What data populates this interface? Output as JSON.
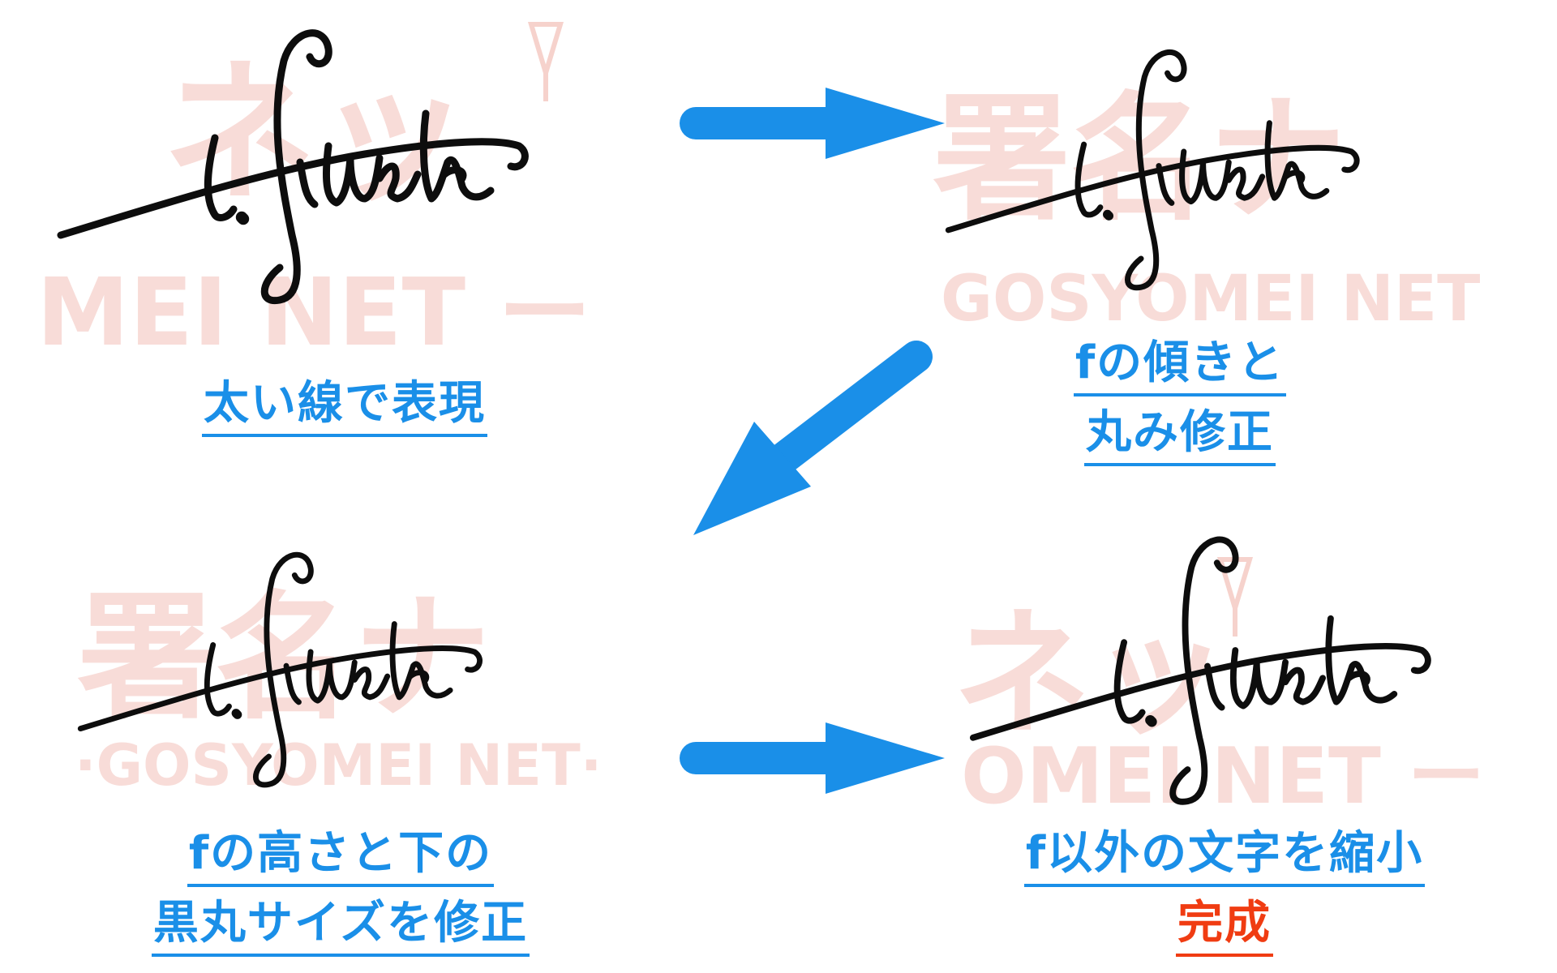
{
  "accent_color": "#1a8fe8",
  "complete_color": "#f03c12",
  "watermark_color": "#f8dcd8",
  "steps": [
    {
      "id": "step1",
      "caption_lines": [
        "太い線で表現"
      ],
      "watermark_lines": [
        "ネッ",
        "MEI NET ー"
      ]
    },
    {
      "id": "step2",
      "caption_lines": [
        "fの傾きと",
        "丸み修正"
      ],
      "watermark_lines": [
        "署名ナ",
        "GOSYOMEI NET"
      ]
    },
    {
      "id": "step3",
      "caption_lines": [
        "fの高さと下の",
        "黒丸サイズを修正"
      ],
      "watermark_lines": [
        "署名ナ",
        "·GOSYOMEI NET·"
      ]
    },
    {
      "id": "step4",
      "caption_lines": [
        "f以外の文字を縮小"
      ],
      "final_label": "完成",
      "watermark_lines": [
        "ネッ",
        "OMEI NET ー"
      ]
    }
  ],
  "arrows": [
    {
      "from": "step1",
      "to": "step2",
      "direction": "right"
    },
    {
      "from": "step2",
      "to": "step3",
      "direction": "down-left"
    },
    {
      "from": "step3",
      "to": "step4",
      "direction": "right"
    }
  ]
}
